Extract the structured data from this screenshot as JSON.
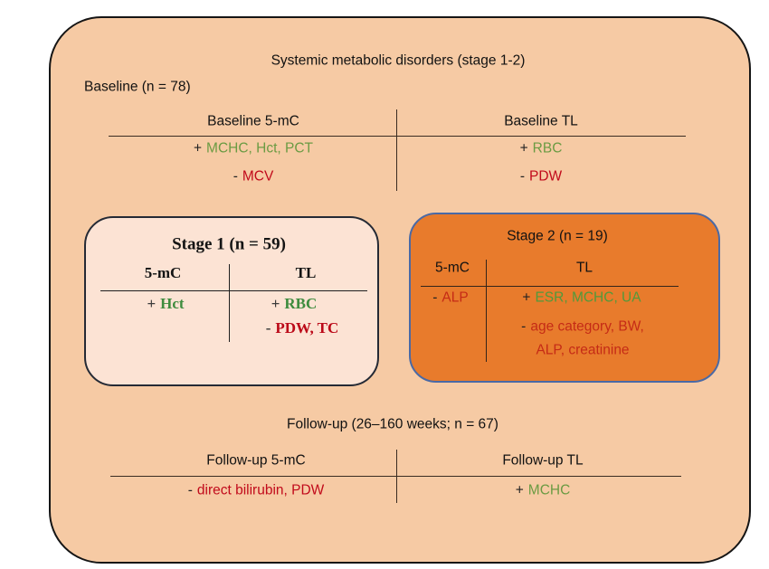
{
  "palette": {
    "outer_fill": "#f6caa4",
    "outer_border": "#151515",
    "stage1_fill": "#fce3d4",
    "stage1_border": "#252a35",
    "stage2_fill": "#e87b2c",
    "stage2_border": "#4a69a5",
    "green_baseline": "#6b9b43",
    "red_baseline": "#c10a1b",
    "green_stage1": "#3e8c3e",
    "red_stage1": "#bb0918",
    "green_stage2": "#52993b",
    "red_stage2": "#c52b16",
    "text": "#121212"
  },
  "title": "Systemic metabolic disorders (stage 1-2)",
  "baseline": {
    "label": "Baseline (n = 78)",
    "col1_header": "Baseline 5-mC",
    "col2_header": "Baseline TL",
    "col1_rows": [
      {
        "sign": "+",
        "text": "MCHC, Hct, PCT"
      },
      {
        "sign": "-",
        "text": "MCV"
      }
    ],
    "col2_rows": [
      {
        "sign": "+",
        "text": "RBC"
      },
      {
        "sign": "-",
        "text": "PDW"
      }
    ]
  },
  "stage1": {
    "title": "Stage 1 (n = 59)",
    "col1_header": "5-mC",
    "col2_header": "TL",
    "col1_rows": [
      {
        "sign": "+",
        "text": "Hct"
      }
    ],
    "col2_rows": [
      {
        "sign": "+",
        "text": "RBC"
      },
      {
        "sign": "-",
        "text": "PDW, TC"
      }
    ]
  },
  "stage2": {
    "title": "Stage 2 (n = 19)",
    "col1_header": "5-mC",
    "col2_header": "TL",
    "col1_rows": [
      {
        "sign": "-",
        "text": "ALP"
      }
    ],
    "col2_rows": [
      {
        "sign": "+",
        "text": "ESR, MCHC, UA"
      },
      {
        "sign": "-",
        "text": "age category, BW,"
      },
      {
        "sign": "",
        "text": "ALP, creatinine"
      }
    ]
  },
  "followup": {
    "label": "Follow-up (26–160 weeks; n = 67)",
    "col1_header": "Follow-up 5-mC",
    "col2_header": "Follow-up TL",
    "col1_rows": [
      {
        "sign": "-",
        "text": "direct bilirubin, PDW"
      }
    ],
    "col2_rows": [
      {
        "sign": "+",
        "text": "MCHC"
      }
    ]
  }
}
